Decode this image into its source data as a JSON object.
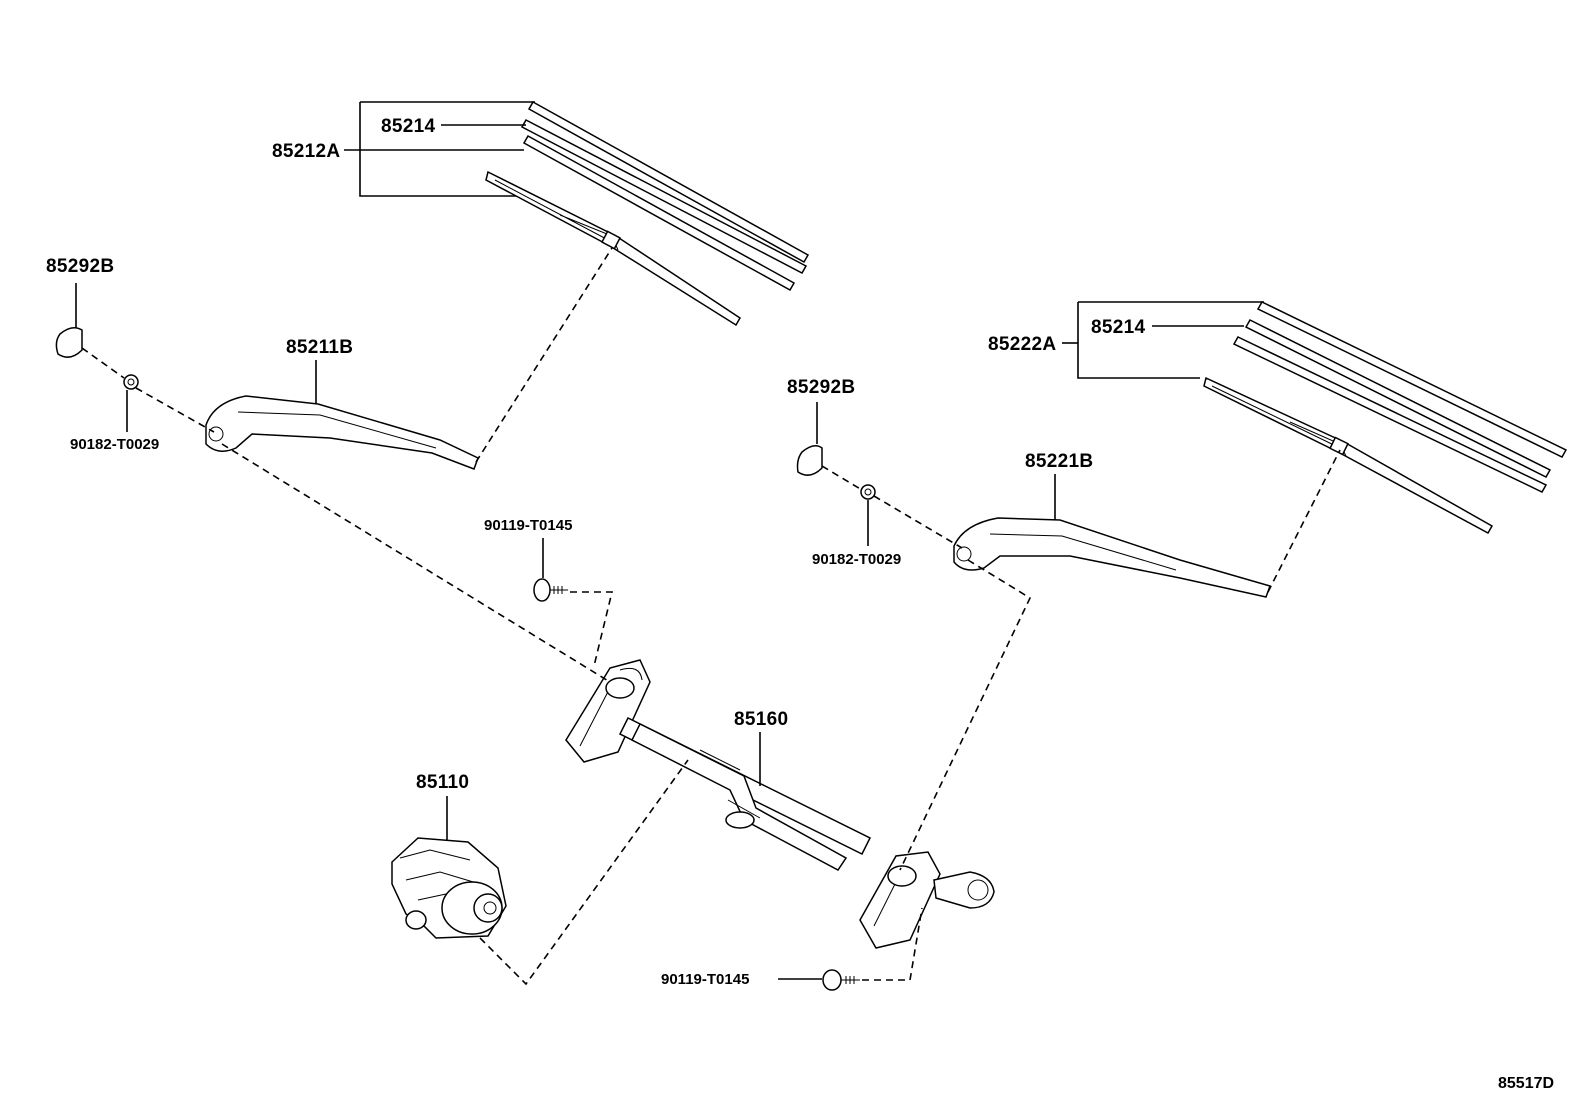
{
  "labels": {
    "wiper_blade_left": "85212A",
    "blade_rubber_left": "85214",
    "arm_cover_left": "85292B",
    "wiper_arm_left": "85211B",
    "nut_left": "90182-T0029",
    "bolt_upper": "90119-T0145",
    "arm_cover_right": "85292B",
    "wiper_blade_right": "85222A",
    "blade_rubber_right": "85214",
    "wiper_arm_right": "85221B",
    "nut_right": "90182-T0029",
    "link_assembly": "85160",
    "wiper_motor": "85110",
    "bolt_lower": "90119-T0145",
    "diagram_code": "85517D"
  }
}
